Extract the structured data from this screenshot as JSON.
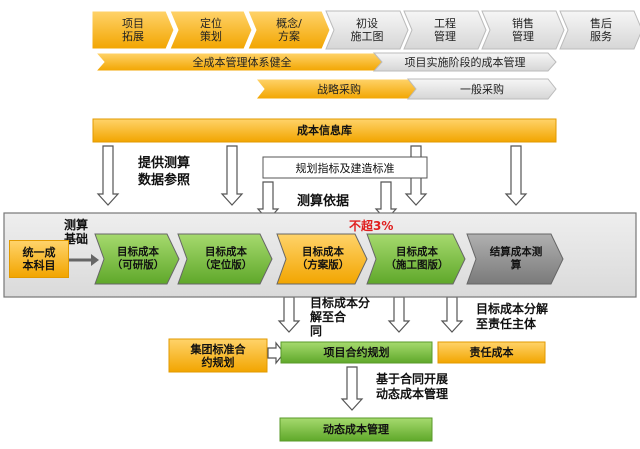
{
  "colors": {
    "orange": "#F5B014",
    "green": "#7FC241",
    "gray": "#E4E4E4",
    "dark_gray": "#8E8E8E",
    "border": "#555555",
    "red": "#E02020"
  },
  "phases": [
    {
      "label": "项目\n拓展",
      "style": "orange"
    },
    {
      "label": "定位\n策划",
      "style": "orange"
    },
    {
      "label": "概念/\n方案",
      "style": "orange"
    },
    {
      "label": "初设\n施工图",
      "style": "gray"
    },
    {
      "label": "工程\n管理",
      "style": "gray"
    },
    {
      "label": "销售\n管理",
      "style": "gray"
    },
    {
      "label": "售后\n服务",
      "style": "gray"
    }
  ],
  "bars": {
    "full_cost_system": "全成本管理体系健全",
    "implementation_stage": "项目实施阶段的成本管理",
    "strategic_procurement": "战略采购",
    "general_procurement": "一般采购"
  },
  "cost_info_db": "成本信息库",
  "labels": {
    "provide_data": "提供测算\n数据参照",
    "planning_index": "规划指标及建造标准",
    "calc_basis": "测算依据",
    "not_exceed": "不超3%",
    "calc_foundation": "测算\n基础",
    "decompose_contract": "目标成本分\n解至合\n同",
    "decompose_responsibility": "目标成本分解\n至责任主体",
    "contract_dynamic": "基于合同开展\n动态成本管理"
  },
  "main_flow": {
    "unified_subject": "统一成\n本科目",
    "stages": [
      {
        "label": "目标成本\n（可研版）",
        "style": "green"
      },
      {
        "label": "目标成本\n（定位版）",
        "style": "green"
      },
      {
        "label": "目标成本\n（方案版）",
        "style": "orange"
      },
      {
        "label": "目标成本\n（施工图版）",
        "style": "green"
      },
      {
        "label": "结算成本测\n算",
        "style": "dark"
      }
    ]
  },
  "group_contract_plan": "集团标准合\n约规划",
  "project_contract_plan": "项目合约规划",
  "responsible_cost": "责任成本",
  "dynamic_cost_mgmt": "动态成本管理"
}
